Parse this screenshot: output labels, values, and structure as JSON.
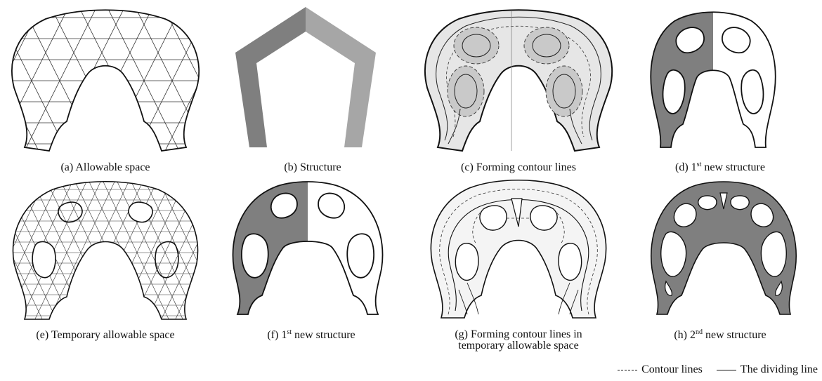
{
  "panels": [
    {
      "caption": "(a) Allowable space"
    },
    {
      "caption": "(b) Structure"
    },
    {
      "caption": "(c) Forming contour lines"
    },
    {
      "caption_pre": "(d) 1",
      "caption_sup": "st",
      "caption_post": " new structure"
    },
    {
      "caption": "(e) Temporary allowable space"
    },
    {
      "caption_pre": "(f) 1",
      "caption_sup": "st",
      "caption_post": " new structure"
    },
    {
      "caption_line1": "(g) Forming contour lines in",
      "caption_line2": "temporary allowable space"
    },
    {
      "caption_pre": "(h) 2",
      "caption_sup": "nd",
      "caption_post": " new structure"
    }
  ],
  "legend": {
    "contour_label": "Contour lines",
    "dividing_label": "The dividing line"
  },
  "colors": {
    "structure_dark": "#7f7f7f",
    "structure_light": "#a6a6a6",
    "outline": "#111111",
    "mesh": "#333333"
  }
}
